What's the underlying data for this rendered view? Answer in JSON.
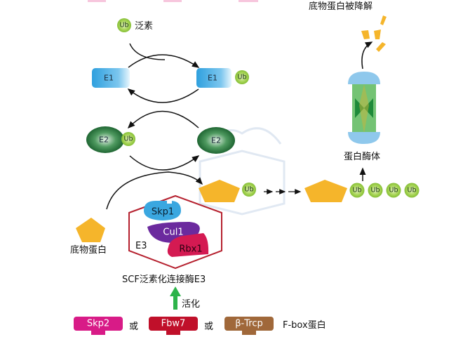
{
  "labels": {
    "ubiquitin": "泛素",
    "degraded": "底物蛋白被降解",
    "proteasome": "蛋白酶体",
    "substrate": "底物蛋白",
    "scf": "SCF泛素化连接酶E3",
    "activate": "活化",
    "or1": "或",
    "or2": "或",
    "fbox": "F-box蛋白"
  },
  "nodes": {
    "ub": "Ub",
    "e1": "E1",
    "e2": "E2",
    "e3": "E3",
    "skp1": "Skp1",
    "cul1": "Cul1",
    "rbx1": "Rbx1"
  },
  "fbox_proteins": [
    {
      "label": "Skp2",
      "color": "#d81b87"
    },
    {
      "label": "Fbw7",
      "color": "#c0102a"
    },
    {
      "label": "β-Trcp",
      "color": "#a0683a"
    }
  ],
  "colors": {
    "e1": "#3aa7e0",
    "e2": "#1f6b35",
    "ub": "#8cc63f",
    "substrate": "#f5b52b",
    "e3_border": "#b5202e"
  }
}
